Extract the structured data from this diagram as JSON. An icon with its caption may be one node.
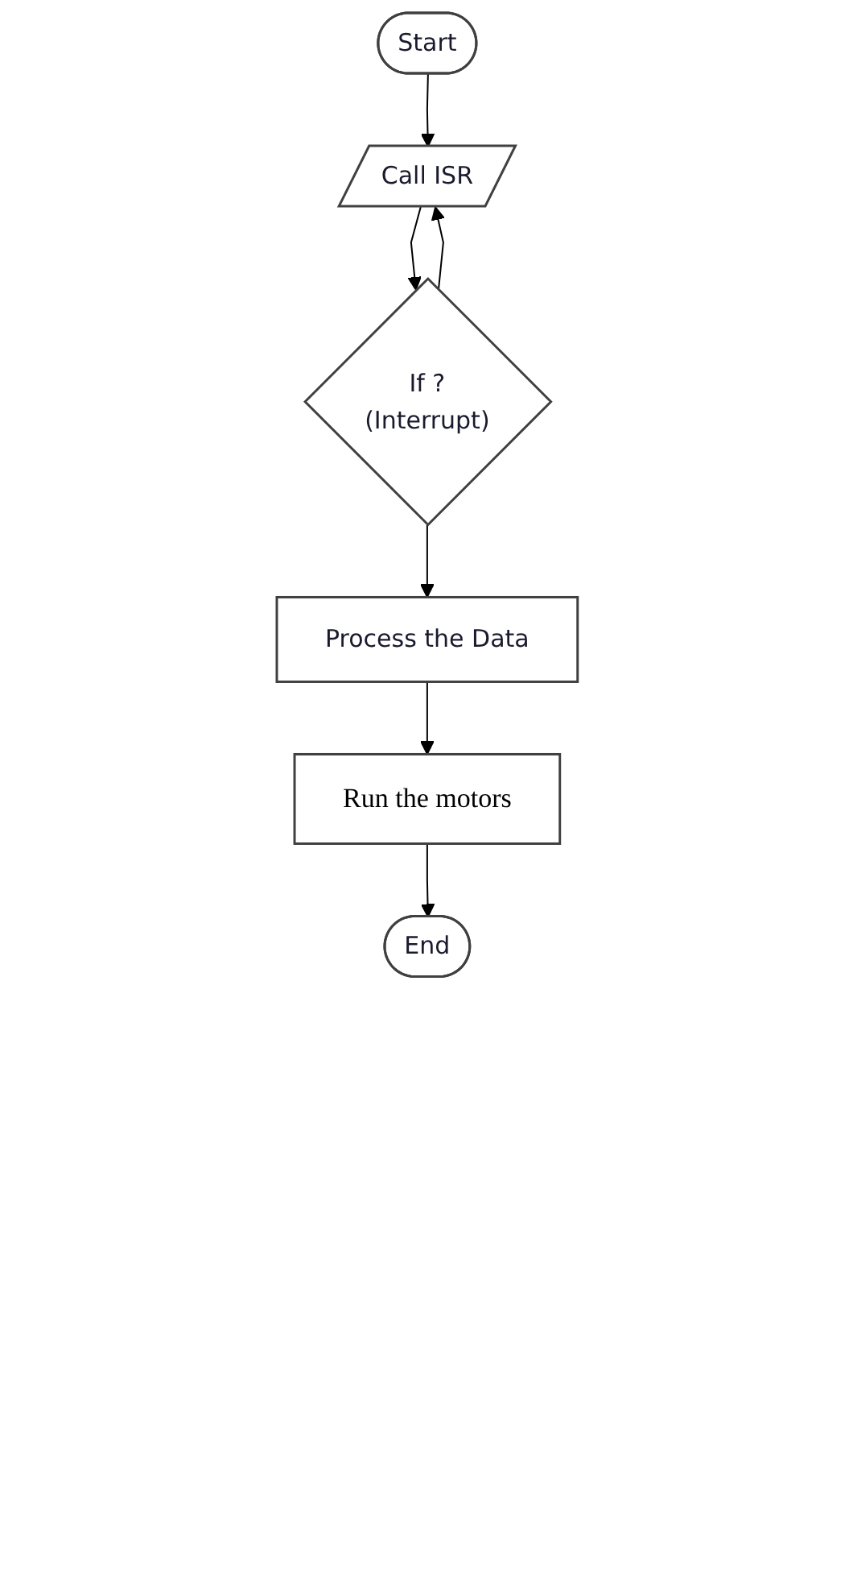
{
  "diagram": {
    "nodes": [
      {
        "text": [
          "Start"
        ]
      },
      {
        "text": [
          "Call ISR"
        ]
      },
      {
        "text": [
          "If ?",
          "(Interrupt)"
        ]
      },
      {
        "text": [
          "Process the Data"
        ]
      },
      {
        "text": [
          "Run the motors"
        ]
      },
      {
        "text": [
          "End"
        ]
      }
    ],
    "edges": [
      {
        "from": 0,
        "to": 1,
        "arrow": "to"
      },
      {
        "from": 1,
        "to": 2,
        "arrow": "to"
      },
      {
        "from": 2,
        "to": 1,
        "arrow": "to"
      },
      {
        "from": 2,
        "to": 3,
        "arrow": "to"
      },
      {
        "from": 3,
        "to": 4,
        "arrow": "to"
      },
      {
        "from": 4,
        "to": 5,
        "arrow": "to"
      }
    ]
  }
}
